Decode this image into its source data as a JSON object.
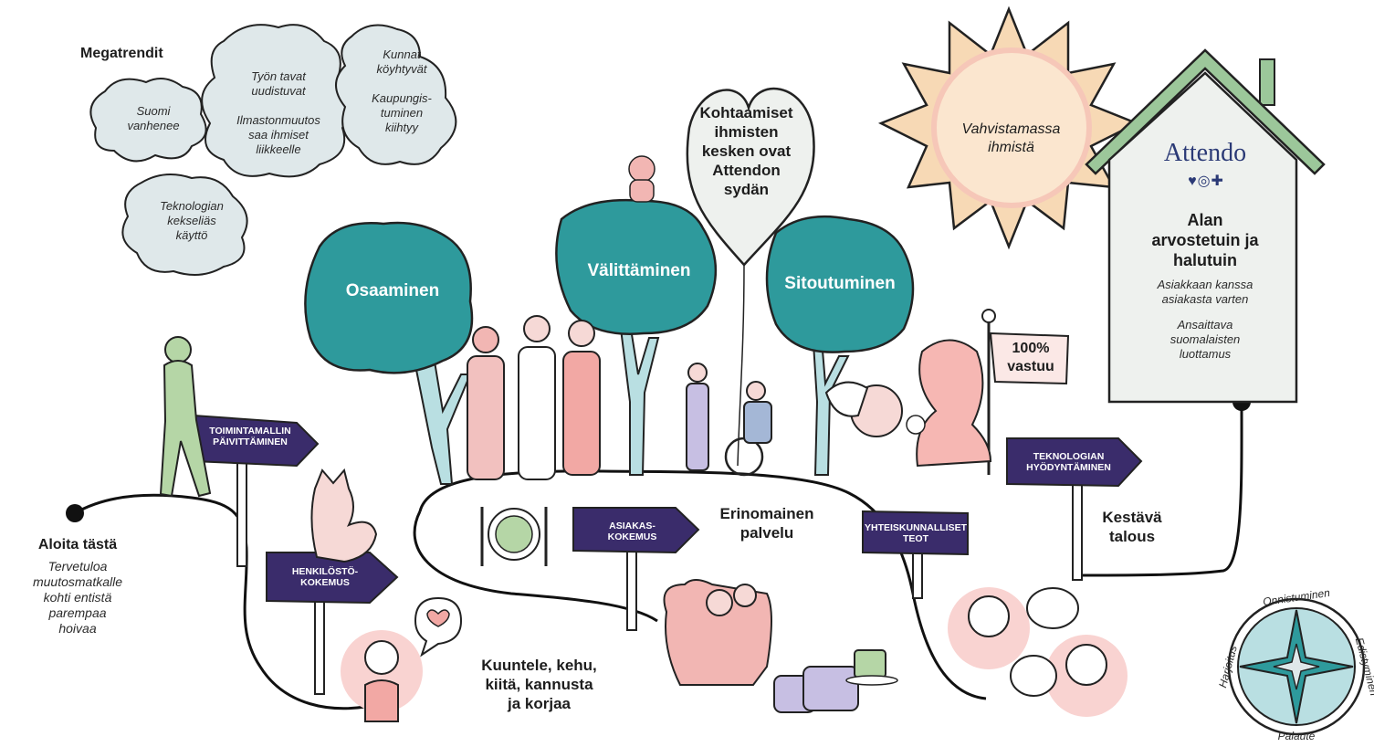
{
  "megatrends": {
    "title": "Megatrendit",
    "clouds": [
      {
        "text": "Suomi\nvanhenee"
      },
      {
        "text": "Työn tavat\nuudistuvat\n\nIlmastonmuutos\nsaa ihmiset\nliikkeelle"
      },
      {
        "text": "Kunnat\nköyhtyvät\n\nKaupungis-\ntuminen\nkiihtyy"
      },
      {
        "text": "Teknologian\nkekseliäs\nkäyttö"
      }
    ]
  },
  "start": {
    "title": "Aloita tästä",
    "text": "Tervetuloa\nmuutosmatkalle\nkohti entistä\nparempaa\nhoivaa"
  },
  "signs": {
    "toimintamalli": "TOIMINTAMALLIN\nPÄIVITTÄMINEN",
    "henkilosto": "HENKILÖSTÖ-\nKOKEMUS",
    "asiakas": "ASIAKAS-\nKOKEMUS",
    "yhteiskunnalliset": "YHTEISKUNNALLISET\nTEOT",
    "teknologia": "TEKNOLOGIAN\nHYÖDYNTÄMINEN"
  },
  "trees": {
    "osaaminen": "Osaaminen",
    "valittaminen": "Välittäminen",
    "sitoutuminen": "Sitoutuminen"
  },
  "heart": "Kohtaamiset\nihmisten\nkesken ovat\nAttendon\nsydän",
  "sun": "Vahvistamassa\nihmistä",
  "flag": "100%\nvastuu",
  "house": {
    "logo": "Attendo",
    "title": "Alan\narvostetuin ja\nhalutuin",
    "line1": "Asiakkaan kanssa\nasiakasta varten",
    "line2": "Ansaittava\nsuomalaisten\nluottamus"
  },
  "labels": {
    "service": "Erinomainen\npalvelu",
    "economy": "Kestävä\ntalous",
    "listen": "Kuuntele, kehu,\nkiitä, kannusta\nja korjaa"
  },
  "compass": {
    "top": "Onnistuminen",
    "right": "Edistyminen",
    "bottom": "Palaute",
    "left": "Harjoitus"
  },
  "colors": {
    "teal": "#2e9a9c",
    "navy": "#3a2c6b",
    "pink": "#f2b6b3",
    "cloud": "#dfe8ea",
    "sun": "#f7d9b5",
    "house": "#eef1ee",
    "roof": "#9cc79a"
  }
}
